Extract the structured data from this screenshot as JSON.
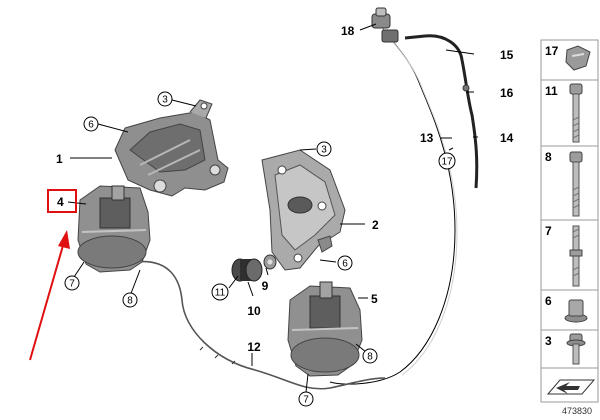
{
  "diagram": {
    "figure_id": "473830",
    "callouts": {
      "c1": "1",
      "c2": "2",
      "c3a": "3",
      "c3b": "3",
      "c4": "4",
      "c5": "5",
      "c6a": "6",
      "c6b": "6",
      "c7a": "7",
      "c7b": "7",
      "c8a": "8",
      "c8b": "8",
      "c9": "9",
      "c10": "10",
      "c11": "11",
      "c12": "12",
      "c13": "13",
      "c14": "14",
      "c15": "15",
      "c16": "16",
      "c17": "17",
      "c18": "18"
    },
    "side_panel": [
      "17",
      "11",
      "8",
      "7",
      "6",
      "3"
    ],
    "highlight_color": "#e01010",
    "arrow_color": "#e01010"
  }
}
